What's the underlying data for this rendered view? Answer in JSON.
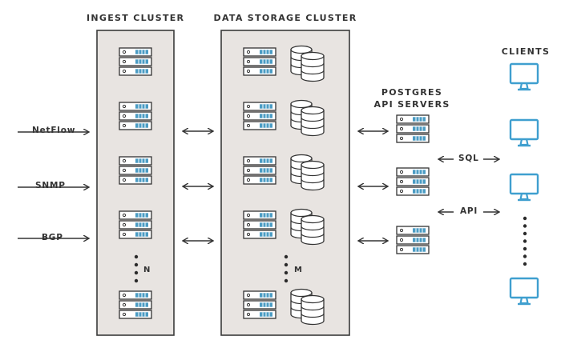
{
  "clusters": {
    "ingest_label": "INGEST CLUSTER",
    "storage_label": "DATA STORAGE CLUSTER"
  },
  "api_servers_label": [
    "POSTGRES",
    "API SERVERS"
  ],
  "clients_label": "CLIENTS",
  "inputs": [
    "NetFlow",
    "SNMP",
    "BGP"
  ],
  "ingest_count_label": "N",
  "storage_count_label": "M",
  "protocols": [
    "SQL",
    "API"
  ],
  "colors": {
    "cluster_fill": "#e8e4e1",
    "cluster_stroke": "#3a3a3a",
    "server_blue": "#4b9cc4",
    "client_blue": "#3f9fcf",
    "ink": "#333333"
  }
}
